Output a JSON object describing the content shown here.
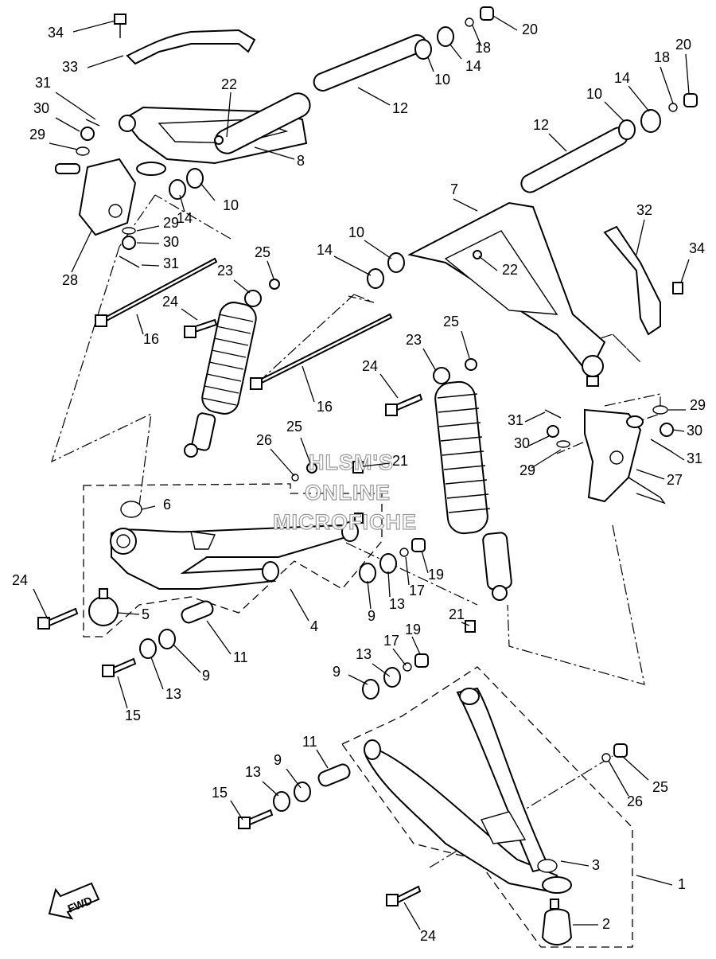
{
  "watermark": {
    "line1": "HLSM'S",
    "line2": "ONLINE",
    "line3": "MICROFICHE"
  },
  "direction_label": "FWD",
  "callouts": [
    {
      "id": "c34a",
      "text": "34"
    },
    {
      "id": "c33",
      "text": "33"
    },
    {
      "id": "c31a",
      "text": "31"
    },
    {
      "id": "c30a",
      "text": "30"
    },
    {
      "id": "c29a",
      "text": "29"
    },
    {
      "id": "c22a",
      "text": "22"
    },
    {
      "id": "c8",
      "text": "8"
    },
    {
      "id": "c14a",
      "text": "14"
    },
    {
      "id": "c10a",
      "text": "10"
    },
    {
      "id": "c29b",
      "text": "29"
    },
    {
      "id": "c30b",
      "text": "30"
    },
    {
      "id": "c31b",
      "text": "31"
    },
    {
      "id": "c28",
      "text": "28"
    },
    {
      "id": "c12a",
      "text": "12"
    },
    {
      "id": "c10b",
      "text": "10"
    },
    {
      "id": "c14b",
      "text": "14"
    },
    {
      "id": "c18a",
      "text": "18"
    },
    {
      "id": "c20a",
      "text": "20"
    },
    {
      "id": "c20b",
      "text": "20"
    },
    {
      "id": "c18b",
      "text": "18"
    },
    {
      "id": "c14c",
      "text": "14"
    },
    {
      "id": "c10c",
      "text": "10"
    },
    {
      "id": "c12b",
      "text": "12"
    },
    {
      "id": "c7",
      "text": "7"
    },
    {
      "id": "c32",
      "text": "32"
    },
    {
      "id": "c34b",
      "text": "34"
    },
    {
      "id": "c22b",
      "text": "22"
    },
    {
      "id": "c10d",
      "text": "10"
    },
    {
      "id": "c14d",
      "text": "14"
    },
    {
      "id": "c25a",
      "text": "25"
    },
    {
      "id": "c23a",
      "text": "23"
    },
    {
      "id": "c24a",
      "text": "24"
    },
    {
      "id": "c16a",
      "text": "16"
    },
    {
      "id": "c16b",
      "text": "16"
    },
    {
      "id": "c25b",
      "text": "25"
    },
    {
      "id": "c23b",
      "text": "23"
    },
    {
      "id": "c24b",
      "text": "24"
    },
    {
      "id": "c26a",
      "text": "26"
    },
    {
      "id": "c25c",
      "text": "25"
    },
    {
      "id": "c21a",
      "text": "21"
    },
    {
      "id": "c6",
      "text": "6"
    },
    {
      "id": "c31c",
      "text": "31"
    },
    {
      "id": "c29c",
      "text": "29"
    },
    {
      "id": "c30c",
      "text": "30"
    },
    {
      "id": "c31d",
      "text": "31"
    },
    {
      "id": "c29d",
      "text": "29"
    },
    {
      "id": "c30d",
      "text": "30"
    },
    {
      "id": "c27",
      "text": "27"
    },
    {
      "id": "c24c",
      "text": "24"
    },
    {
      "id": "c5",
      "text": "5"
    },
    {
      "id": "c4",
      "text": "4"
    },
    {
      "id": "c9a",
      "text": "9"
    },
    {
      "id": "c13a",
      "text": "13"
    },
    {
      "id": "c17a",
      "text": "17"
    },
    {
      "id": "c19a",
      "text": "19"
    },
    {
      "id": "c11a",
      "text": "11"
    },
    {
      "id": "c9b",
      "text": "9"
    },
    {
      "id": "c13b",
      "text": "13"
    },
    {
      "id": "c15a",
      "text": "15"
    },
    {
      "id": "c21b",
      "text": "21"
    },
    {
      "id": "c19b",
      "text": "19"
    },
    {
      "id": "c17b",
      "text": "17"
    },
    {
      "id": "c13c",
      "text": "13"
    },
    {
      "id": "c9c",
      "text": "9"
    },
    {
      "id": "c11b",
      "text": "11"
    },
    {
      "id": "c9d",
      "text": "9"
    },
    {
      "id": "c13d",
      "text": "13"
    },
    {
      "id": "c15b",
      "text": "15"
    },
    {
      "id": "c26b",
      "text": "26"
    },
    {
      "id": "c25d",
      "text": "25"
    },
    {
      "id": "c3",
      "text": "3"
    },
    {
      "id": "c1",
      "text": "1"
    },
    {
      "id": "c24d",
      "text": "24"
    },
    {
      "id": "c2",
      "text": "2"
    }
  ]
}
